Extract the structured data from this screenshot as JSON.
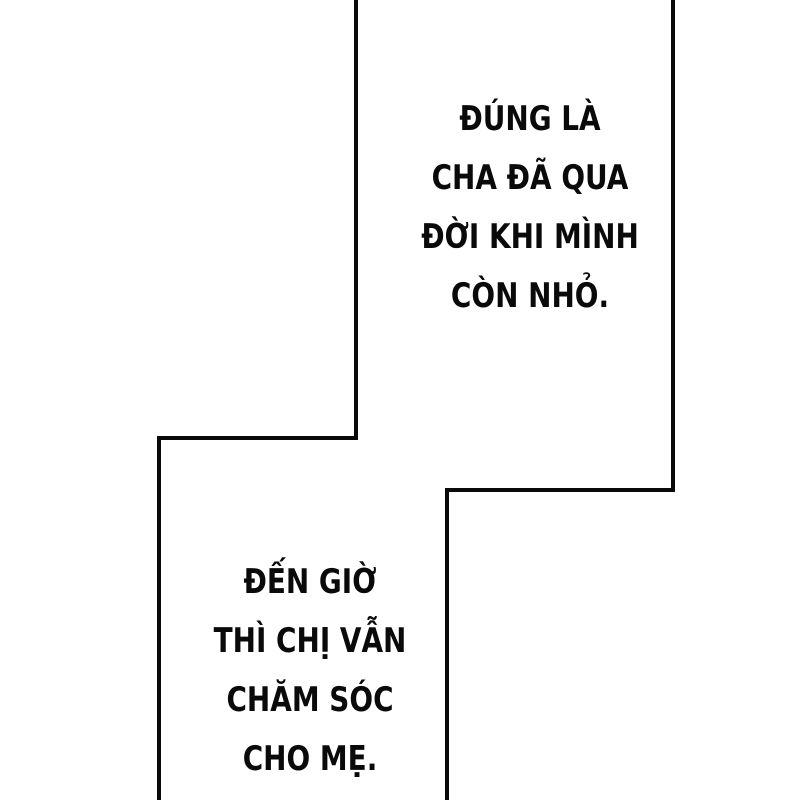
{
  "panel": {
    "background": "#ffffff",
    "border_color": "#0a0a0a"
  },
  "caption_top": {
    "lines": [
      "ĐÚNG LÀ",
      "CHA ĐÃ QUA",
      "ĐỜI KHI MÌNH",
      "CÒN NHỎ."
    ]
  },
  "caption_bottom": {
    "lines": [
      "ĐẾN GIỜ",
      "THÌ CHỊ VẪN",
      "CHĂM SÓC",
      "CHO MẸ."
    ]
  }
}
